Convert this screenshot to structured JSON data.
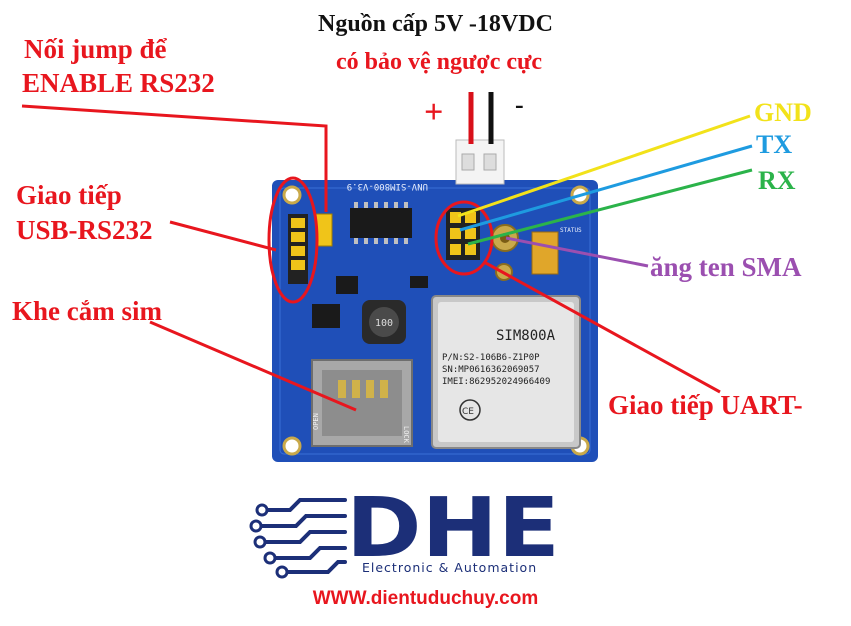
{
  "title": {
    "line1": "Nguồn cấp 5V -18VDC",
    "line2": "có bảo vệ ngược cực"
  },
  "power": {
    "plus": "+",
    "minus": "-"
  },
  "labels": {
    "jump_line1": "Nối jump để",
    "jump_line2": "ENABLE RS232",
    "usb_line1": "Giao tiếp",
    "usb_line2": "USB-RS232",
    "sim": "Khe cắm sim",
    "gnd": "GND",
    "tx": "TX",
    "rx": "RX",
    "antenna": "ăng ten SMA",
    "uart": "Giao tiếp UART-"
  },
  "board": {
    "silk_top": "UNV-SIM800-V3.9",
    "inductor": "100",
    "module_name": "SIM800A",
    "pn": "P/N:S2-106B6-Z1P0P",
    "sn": "SN:MP061636206905​7",
    "imei": "IMEI:862952024966409",
    "open": "OPEN",
    "lock": "LOCK",
    "status": "STATUS"
  },
  "logo": {
    "brand": "DHE",
    "subtitle": "Electronic & Automation",
    "url": "WWW.dientuduchuy.com"
  },
  "colors": {
    "label_red": "#e8161e",
    "gnd": "#f2e21a",
    "tx": "#1e9be0",
    "rx": "#2bb34a",
    "antenna": "#9b4fb0",
    "board_blue": "#1f4fb8",
    "logo_blue": "#1c2f78"
  }
}
